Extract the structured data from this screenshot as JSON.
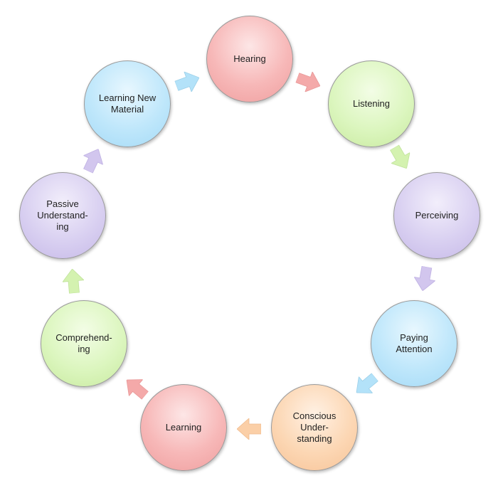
{
  "diagram": {
    "nodes": [
      {
        "id": "hearing",
        "label": "Hearing",
        "color": "red"
      },
      {
        "id": "listening",
        "label": "Listening",
        "color": "green"
      },
      {
        "id": "perceiving",
        "label": "Perceiving",
        "color": "purple"
      },
      {
        "id": "paying-attention",
        "label": "Paying\nAttention",
        "color": "blue"
      },
      {
        "id": "conscious-understanding",
        "label": "Conscious\nUnder-\nstanding",
        "color": "orange"
      },
      {
        "id": "learning",
        "label": "Learning",
        "color": "red"
      },
      {
        "id": "comprehending",
        "label": "Comprehend-\ning",
        "color": "green"
      },
      {
        "id": "passive-understanding",
        "label": "Passive\nUnderstand-\ning",
        "color": "purple"
      },
      {
        "id": "learning-new-material",
        "label": "Learning New\nMaterial",
        "color": "blue"
      }
    ],
    "arrows": [
      {
        "from": "learning-new-material",
        "to": "hearing",
        "color": "blue"
      },
      {
        "from": "hearing",
        "to": "listening",
        "color": "red"
      },
      {
        "from": "listening",
        "to": "perceiving",
        "color": "green"
      },
      {
        "from": "perceiving",
        "to": "paying-attention",
        "color": "purple"
      },
      {
        "from": "paying-attention",
        "to": "conscious-understanding",
        "color": "blue"
      },
      {
        "from": "conscious-understanding",
        "to": "learning",
        "color": "orange"
      },
      {
        "from": "learning",
        "to": "comprehending",
        "color": "red"
      },
      {
        "from": "comprehending",
        "to": "passive-understanding",
        "color": "green"
      },
      {
        "from": "passive-understanding",
        "to": "learning-new-material",
        "color": "purple"
      }
    ],
    "palette": {
      "red": "#f4a9a9",
      "green": "#d4f2b0",
      "purple": "#d2c6ee",
      "blue": "#b3e2f9",
      "orange": "#fbcfa7"
    }
  }
}
